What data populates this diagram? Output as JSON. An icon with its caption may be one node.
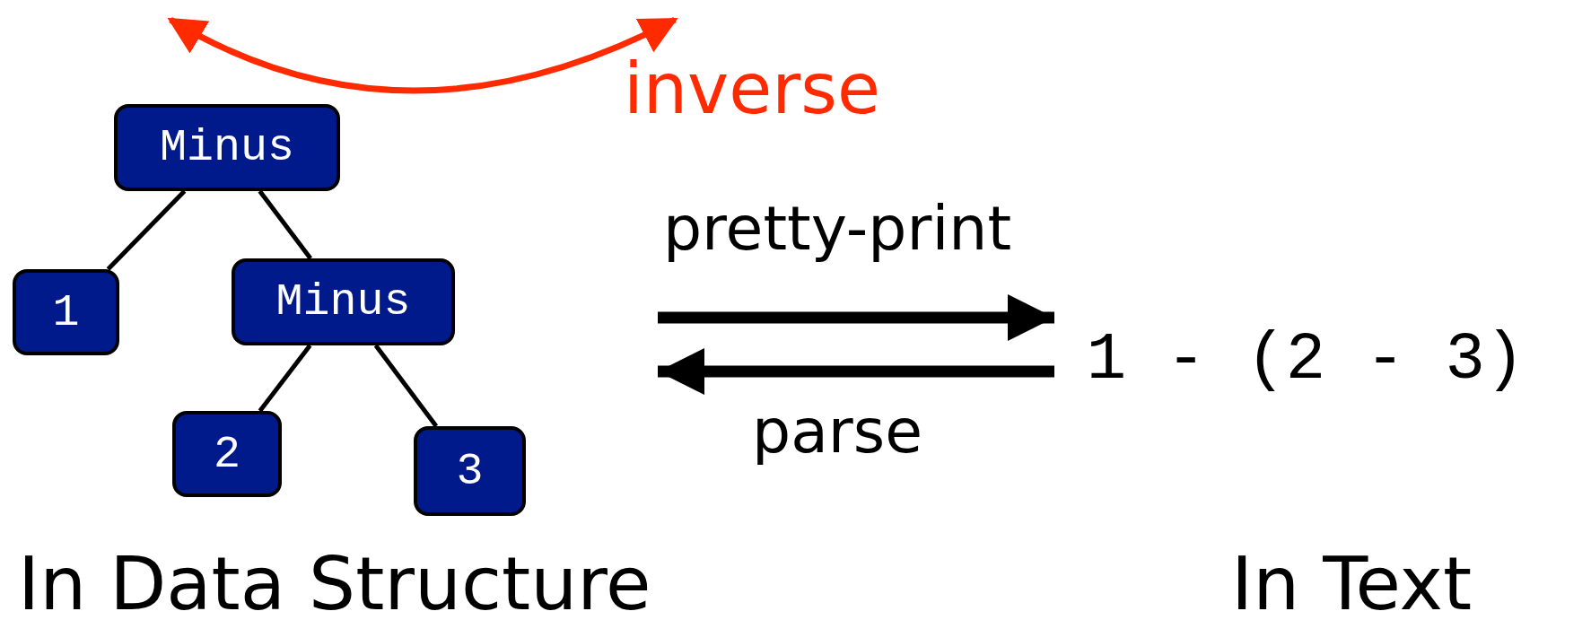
{
  "diagram": {
    "nodes": [
      {
        "text": [
          "Minus"
        ]
      },
      {
        "text": [
          "1"
        ]
      },
      {
        "text": [
          "Minus"
        ]
      },
      {
        "text": [
          "2"
        ]
      },
      {
        "text": [
          "3"
        ]
      },
      {
        "text": [
          "1 - (2 - 3)"
        ]
      }
    ],
    "edges": [
      {
        "from": 0,
        "to": 1,
        "arrow": "none"
      },
      {
        "from": 0,
        "to": 2,
        "arrow": "none"
      },
      {
        "from": 2,
        "to": 3,
        "arrow": "none"
      },
      {
        "from": 2,
        "to": 4,
        "arrow": "none"
      },
      {
        "from": null,
        "to": 5,
        "label": "pretty-print",
        "arrow": "to",
        "style": "thick"
      },
      {
        "from": 5,
        "to": null,
        "label": "parse",
        "arrow": "to",
        "style": "thick"
      }
    ],
    "labels": [
      "inverse",
      "In Data Structure",
      "In Text"
    ]
  }
}
